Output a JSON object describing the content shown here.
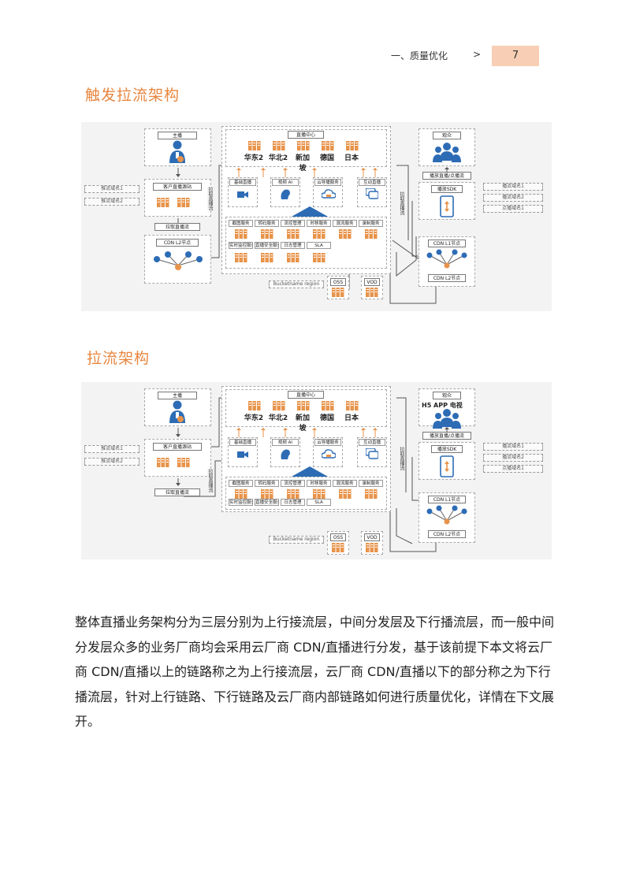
{
  "header": {
    "chapter": "一、质量优化",
    "arrow": ">",
    "page_number": "7"
  },
  "sections": [
    {
      "title": "触发拉流架构"
    },
    {
      "title": "拉流架构"
    }
  ],
  "diagram1": {
    "anchor": "主播",
    "cloud_center": "直播中心",
    "regions": [
      "华东2",
      "华北2",
      "新加坡",
      "德国",
      "日本"
    ],
    "capabilities": [
      "基础直播",
      "视频 AI",
      "云导播服务",
      "互动直播"
    ],
    "services_row1": [
      "截图服务",
      "转码服务",
      "流控管理",
      "时移服务",
      "混流服务",
      "录制服务"
    ],
    "services_row2": [
      "实时监控服务",
      "直播安全服务",
      "日志管理",
      "SLA"
    ],
    "origin_site": "客户直播源站",
    "pull_stream": "拉取直播流",
    "l2_node": "CDN L2节点",
    "pull_label": "拉取直播流",
    "push_domains": [
      "推流域名1",
      "推流域名2"
    ],
    "viewer": "观众",
    "play_box": "播放直播/点播流",
    "sdk": "播放SDK",
    "play_domains": [
      "播流域名1",
      "播流域名2",
      "点播域名1"
    ],
    "cdn_l1": "CDN L1节点",
    "cdn_l2": "CDN L2节点",
    "bucket": "Bucketname region",
    "oss": "OSS",
    "vod": "VOD"
  },
  "diagram2": {
    "anchor": "主播",
    "cloud_center": "直播中心",
    "regions": [
      "华东2",
      "华北2",
      "新加坡",
      "德国",
      "日本"
    ],
    "capabilities": [
      "基础直播",
      "视频 AI",
      "云导播服务",
      "互动直播"
    ],
    "services_row1": [
      "截图服务",
      "转码服务",
      "流控管理",
      "时移服务",
      "混流服务",
      "录制服务"
    ],
    "services_row2": [
      "实时监控服务",
      "直播安全服务",
      "日志管理",
      "SLA"
    ],
    "origin_site": "客户直播源站",
    "pull_stream": "拉取直播流",
    "pull_label": "拉取直播流",
    "push_domains": [
      "推流域名1",
      "推流域名2"
    ],
    "viewer": "观众",
    "viewer_words": "H5  APP  电视",
    "play_box": "播放直播/点播流",
    "sdk": "播放SDK",
    "play_domains": [
      "播流域名1",
      "播流域名2",
      "点播域名1"
    ],
    "cdn_l1": "CDN L1节点",
    "cdn_l2": "CDN L2节点",
    "bucket": "Bucketname region",
    "oss": "OSS",
    "vod": "VOD"
  },
  "paragraph": {
    "lines": [
      "整体直播业务架构分为三层分别为上行接流层，中间分发层及下行播流层，而一般中间",
      "分发层众多的业务厂商均会采用云厂商 CDN/直播进行分发，基于该前提下本文将云厂",
      "商 CDN/直播以上的链路称之为上行接流层，云厂商 CDN/直播以下的部分称之为下行",
      "播流层，针对上行链路、下行链路及云厂商内部链路如何进行质量优化，详情在下文展",
      "开。"
    ]
  },
  "colors": {
    "accent": "#e8863f",
    "page_box": "#f8cfb4",
    "server_orange": "#e8934a",
    "icon_blue": "#2d6cb5"
  }
}
